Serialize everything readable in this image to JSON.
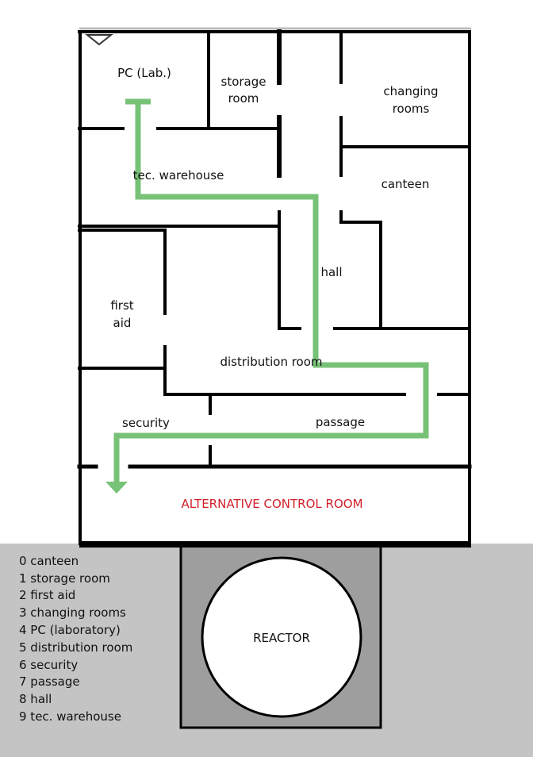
{
  "rooms": {
    "pc_lab": "PC (Lab.)",
    "storage_1": "storage",
    "storage_2": "room",
    "changing_1": "changing",
    "changing_2": "rooms",
    "tec_warehouse": "tec. warehouse",
    "canteen": "canteen",
    "hall": "hall",
    "first_aid_1": "first",
    "first_aid_2": "aid",
    "distribution": "distribution room",
    "security": "security",
    "passage": "passage",
    "control_room": "ALTERNATIVE CONTROL ROOM",
    "reactor": "REACTOR"
  },
  "legend": [
    "0 canteen",
    "1 storage room",
    "2 first aid",
    "3 changing rooms",
    "4 PC (laboratory)",
    "5 distribution room",
    "6 security",
    "7 passage",
    "8 hall",
    "9 tec. warehouse"
  ],
  "colors": {
    "route": "#77c277",
    "control_room_text": "#d0202a",
    "ground": "#c4c4c4",
    "reactor_housing": "#9e9e9e"
  }
}
